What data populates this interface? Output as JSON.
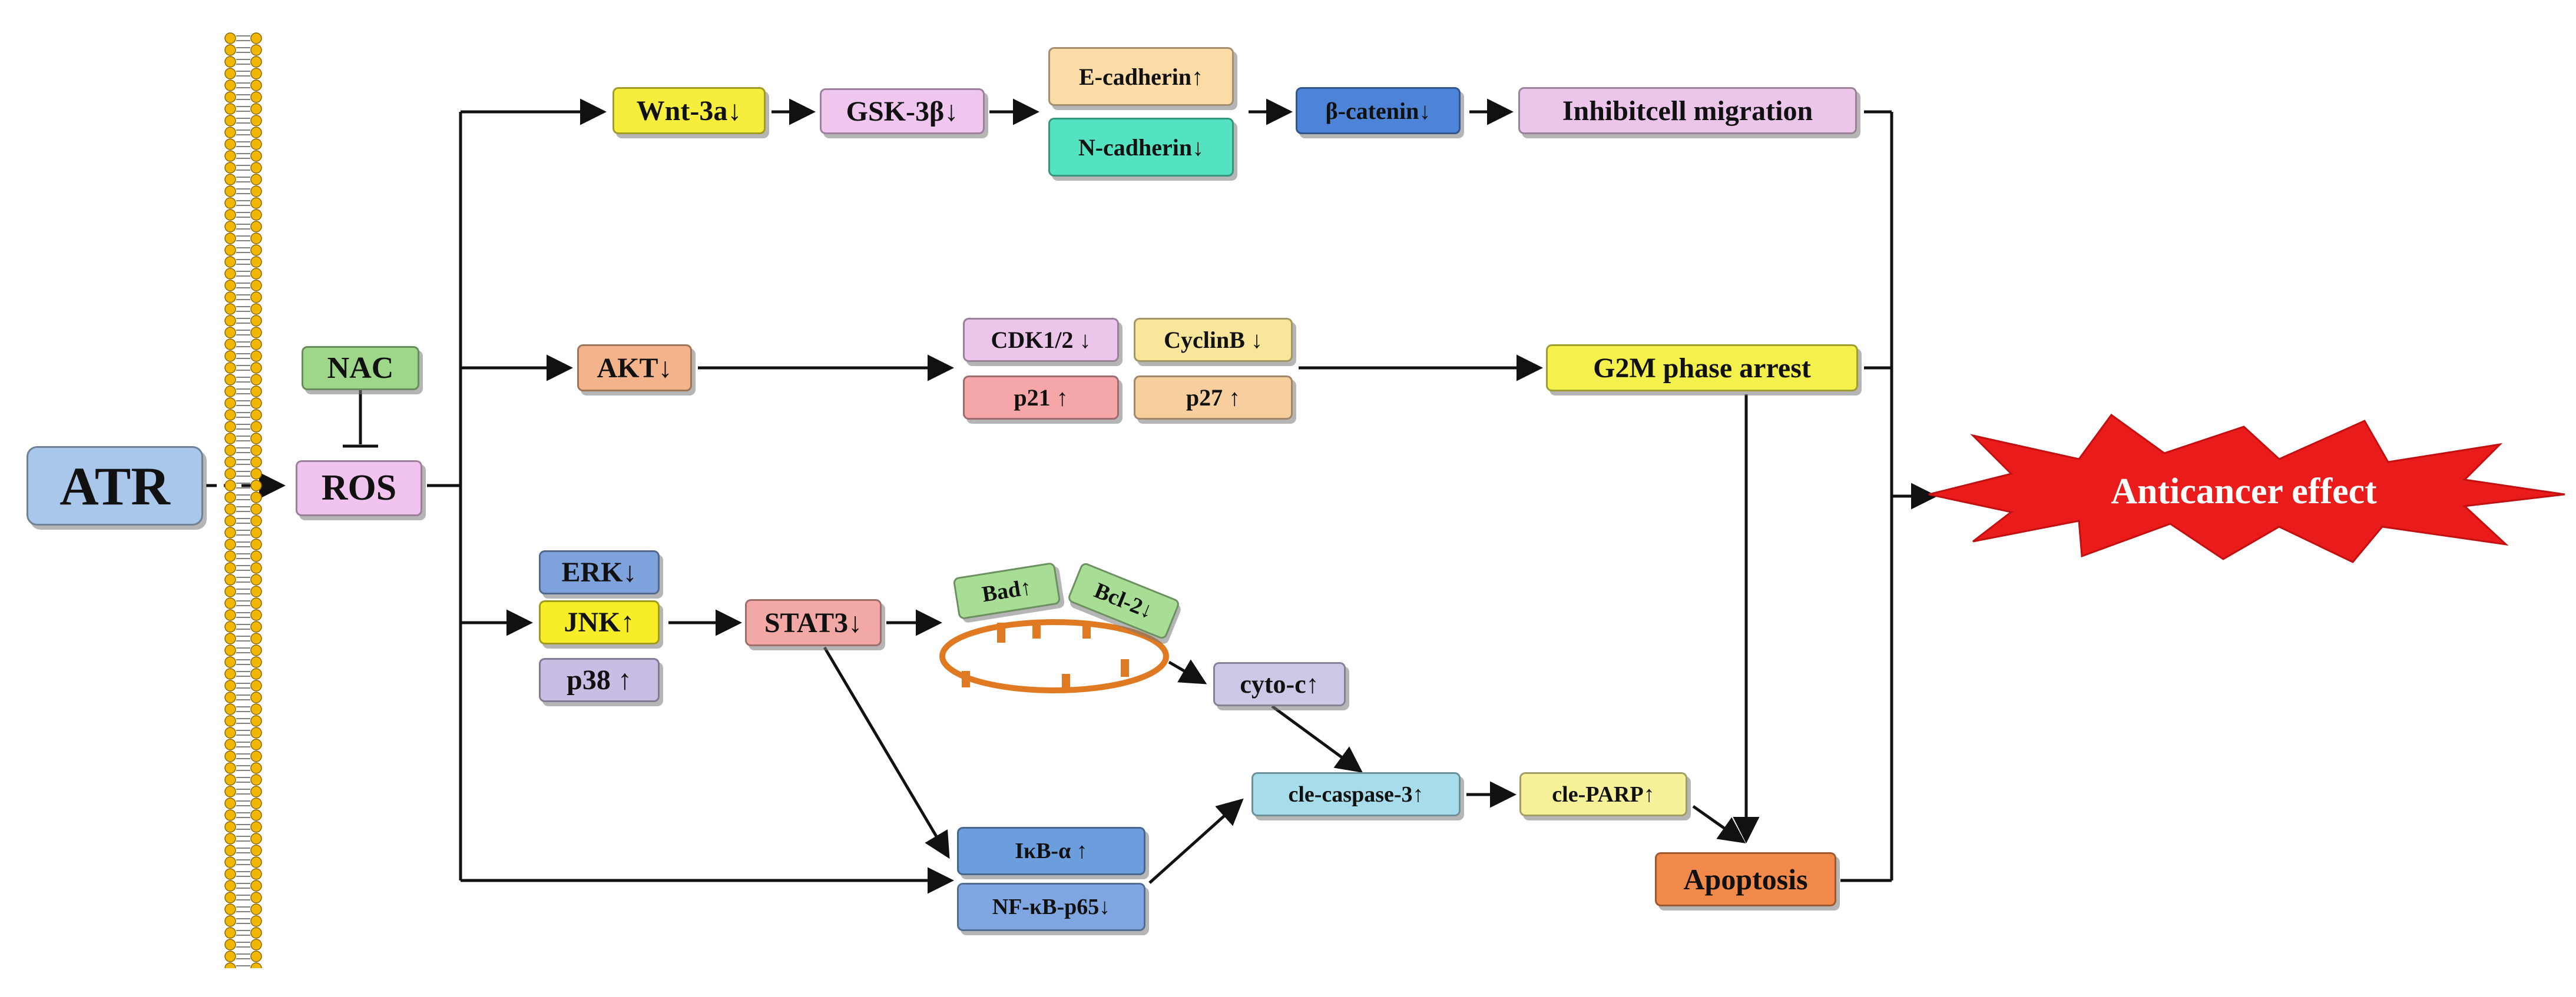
{
  "colors": {
    "atr": "#a9c7ea",
    "ros": "#f0c4ef",
    "nac": "#9ed68a",
    "wnt": "#f5ee3c",
    "gsk": "#efc6ee",
    "ecad": "#fbdca6",
    "ncad": "#54e3c1",
    "bcat": "#4d84d8",
    "inhib": "#ecc6ea",
    "akt": "#f4b48b",
    "cdk": "#ebc6ea",
    "cyclinb": "#f8e69a",
    "p21": "#f4a6a8",
    "p27": "#f7cf9e",
    "g2m": "#f4f04c",
    "erk": "#7ea2dc",
    "jnk": "#f7ee28",
    "p38": "#c9bde3",
    "stat3": "#f2a8a4",
    "bad": "#a8dd96",
    "bcl2": "#a8dd96",
    "mito": "#e07a22",
    "cytoc": "#cfc7e6",
    "casp3": "#a7ddea",
    "parp": "#f7f29a",
    "ikb": "#6c9ddc",
    "nfkb": "#7fa6e0",
    "apoptosis": "#f0894a",
    "anticancer": "#ea1b1b",
    "membrane": "#f2b705"
  },
  "nodes": {
    "atr": "ATR",
    "ros": "ROS",
    "nac": "NAC",
    "wnt": "Wnt-3a↓",
    "gsk": "GSK-3β↓",
    "ecad": "E-cadherin↑",
    "ncad": "N-cadherin↓",
    "bcat": "β-catenin↓",
    "inhib": "Inhibitcell migration",
    "akt": "AKT↓",
    "cdk": "CDK1/2 ↓",
    "cyclinb": "CyclinB ↓",
    "p21": "p21 ↑",
    "p27": "p27 ↑",
    "g2m": "G2M phase arrest",
    "erk": "ERK↓",
    "jnk": "JNK↑",
    "p38": "p38 ↑",
    "stat3": "STAT3↓",
    "bad": "Bad↑",
    "bcl2": "Bcl-2↓",
    "cytoc": "cyto-c↑",
    "casp3": "cle-caspase-3↑",
    "parp": "cle-PARP↑",
    "ikb": "IκB-α ↑",
    "nfkb": "NF-κB-p65↓",
    "apoptosis": "Apoptosis",
    "anticancer": "Anticancer effect"
  }
}
